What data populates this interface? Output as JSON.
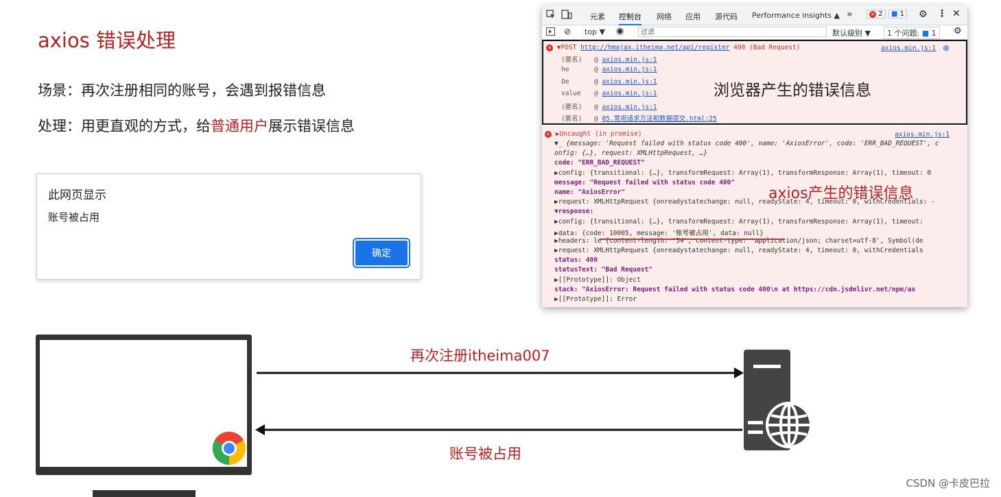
{
  "slide": {
    "title": "axios 错误处理",
    "scene_prefix": "场景：",
    "scene_text": "再次注册相同的账号，会遇到报错信息",
    "handle_prefix": "处理：",
    "handle_text_a": "用更直观的方式，给",
    "handle_highlight": "普通用户",
    "handle_text_b": "展示错误信息"
  },
  "alert": {
    "title": "此网页显示",
    "message": "账号被占用",
    "ok_label": "确定"
  },
  "devtools": {
    "tabs": [
      "元素",
      "控制台",
      "网络",
      "应用",
      "源代码",
      "Performance insights ▲"
    ],
    "active_tab": "控制台",
    "more": "»",
    "error_count": "2",
    "msg_count": "1",
    "toolbar": {
      "context": "top ▼",
      "filter_placeholder": "过滤",
      "level": "默认级别 ▼",
      "issues": "1 个问题:",
      "issues_count": "1"
    },
    "error1": {
      "head_method": "▼POST",
      "head_url": "http://hmajax.itheima.net/api/register",
      "head_status": "400 (Bad Request)",
      "source": "axios.min.js:1",
      "stack": [
        {
          "fn": "(匿名)",
          "loc": "axios.min.js:1"
        },
        {
          "fn": "he",
          "loc": "axios.min.js:1"
        },
        {
          "fn": "Oe",
          "loc": "axios.min.js:1"
        },
        {
          "fn": "value",
          "loc": "axios.min.js:1"
        },
        {
          "fn": "(匿名)",
          "loc": "axios.min.js:1"
        },
        {
          "fn": "(匿名)",
          "loc": "05.常用请求方法和数据提交.html:25"
        }
      ],
      "annotation": "浏览器产生的错误信息"
    },
    "error2": {
      "head": "▶Uncaught (in promise)",
      "source": "axios.min.js:1",
      "lines": [
        "▼_ {message: 'Request failed with status code 400', name: 'AxiosError', code: 'ERR_BAD_REQUEST', c",
        "  onfig: {…}, request: XMLHttpRequest, …}",
        "    code: \"ERR_BAD_REQUEST\"",
        "  ▶config: {transitional: {…}, transformRequest: Array(1), transformResponse: Array(1), timeout: 0",
        "    message: \"Request failed with status code 400\"",
        "    name: \"AxiosError\"",
        "  ▶request: XMLHttpRequest {onreadystatechange: null, readyState: 4, timeout: 0, withCredentials: -",
        "  ▼response:",
        "    ▶config: {transitional: {…}, transformRequest: Array(1), transformResponse: Array(1), timeout:",
        "    ▶data: {code: 10005, message: '账号被占用', data: null}",
        "    ▶headers: le {content-length: '54', content-type: 'application/json; charset=utf-8', Symbol(de",
        "    ▶request: XMLHttpRequest {onreadystatechange: null, readyState: 4, timeout: 0, withCredentials",
        "      status: 400",
        "      statusText: \"Bad Request\"",
        "    ▶[[Prototype]]: Object",
        "    stack: \"AxiosError: Request failed with status code 400\\n    at https://cdn.jsdelivr.net/npm/ax",
        "  ▶[[Prototype]]: Error"
      ],
      "annotation": "axios产生的错误信息"
    }
  },
  "diagram": {
    "request_label": "再次注册itheima007",
    "response_label": "账号被占用"
  },
  "footer": "CSDN @卡皮巴拉",
  "colors": {
    "accent": "#b22222",
    "link": "#1a56c9",
    "error_bg": "#fdecec",
    "button": "#1a73e8"
  }
}
